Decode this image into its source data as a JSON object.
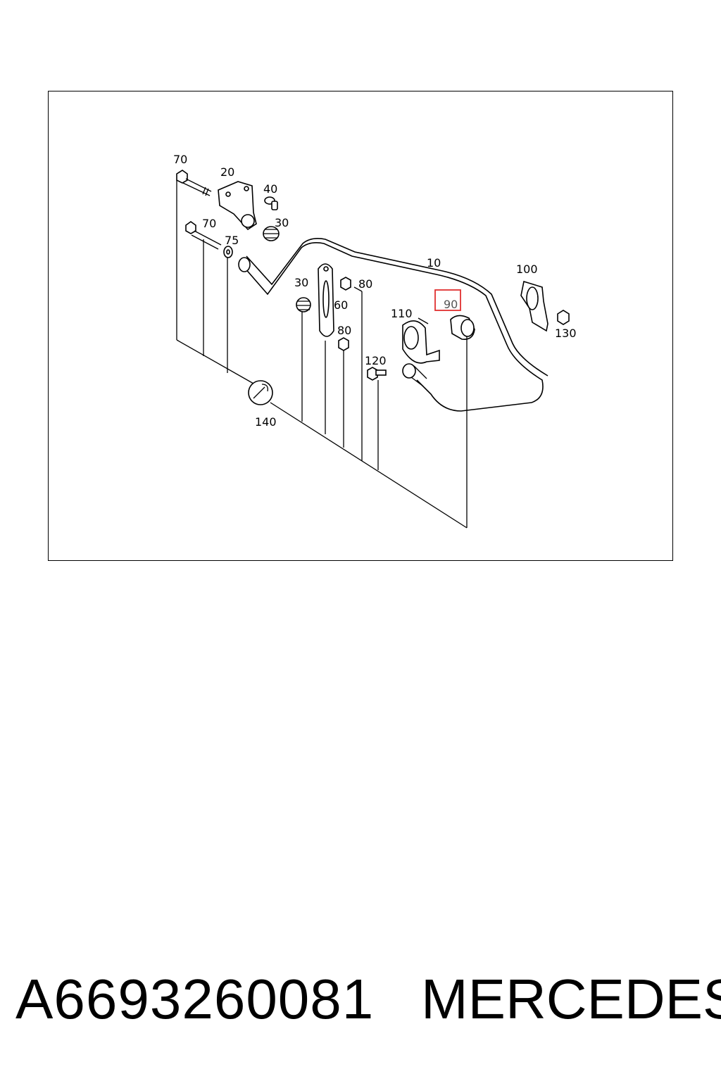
{
  "diagram": {
    "callouts": {
      "c70a": "70",
      "c20": "20",
      "c40": "40",
      "c70b": "70",
      "c75": "75",
      "c30a": "30",
      "c10": "10",
      "c100": "100",
      "c30b": "30",
      "c80a": "80",
      "c60": "60",
      "c90": "90",
      "c110": "110",
      "c130": "130",
      "c80b": "80",
      "c120": "120",
      "c140": "140"
    },
    "highlighted_callout": "90",
    "highlight_color": "#e03030"
  },
  "footer": {
    "part_number": "A6693260081",
    "brand": "MERCEDES"
  }
}
